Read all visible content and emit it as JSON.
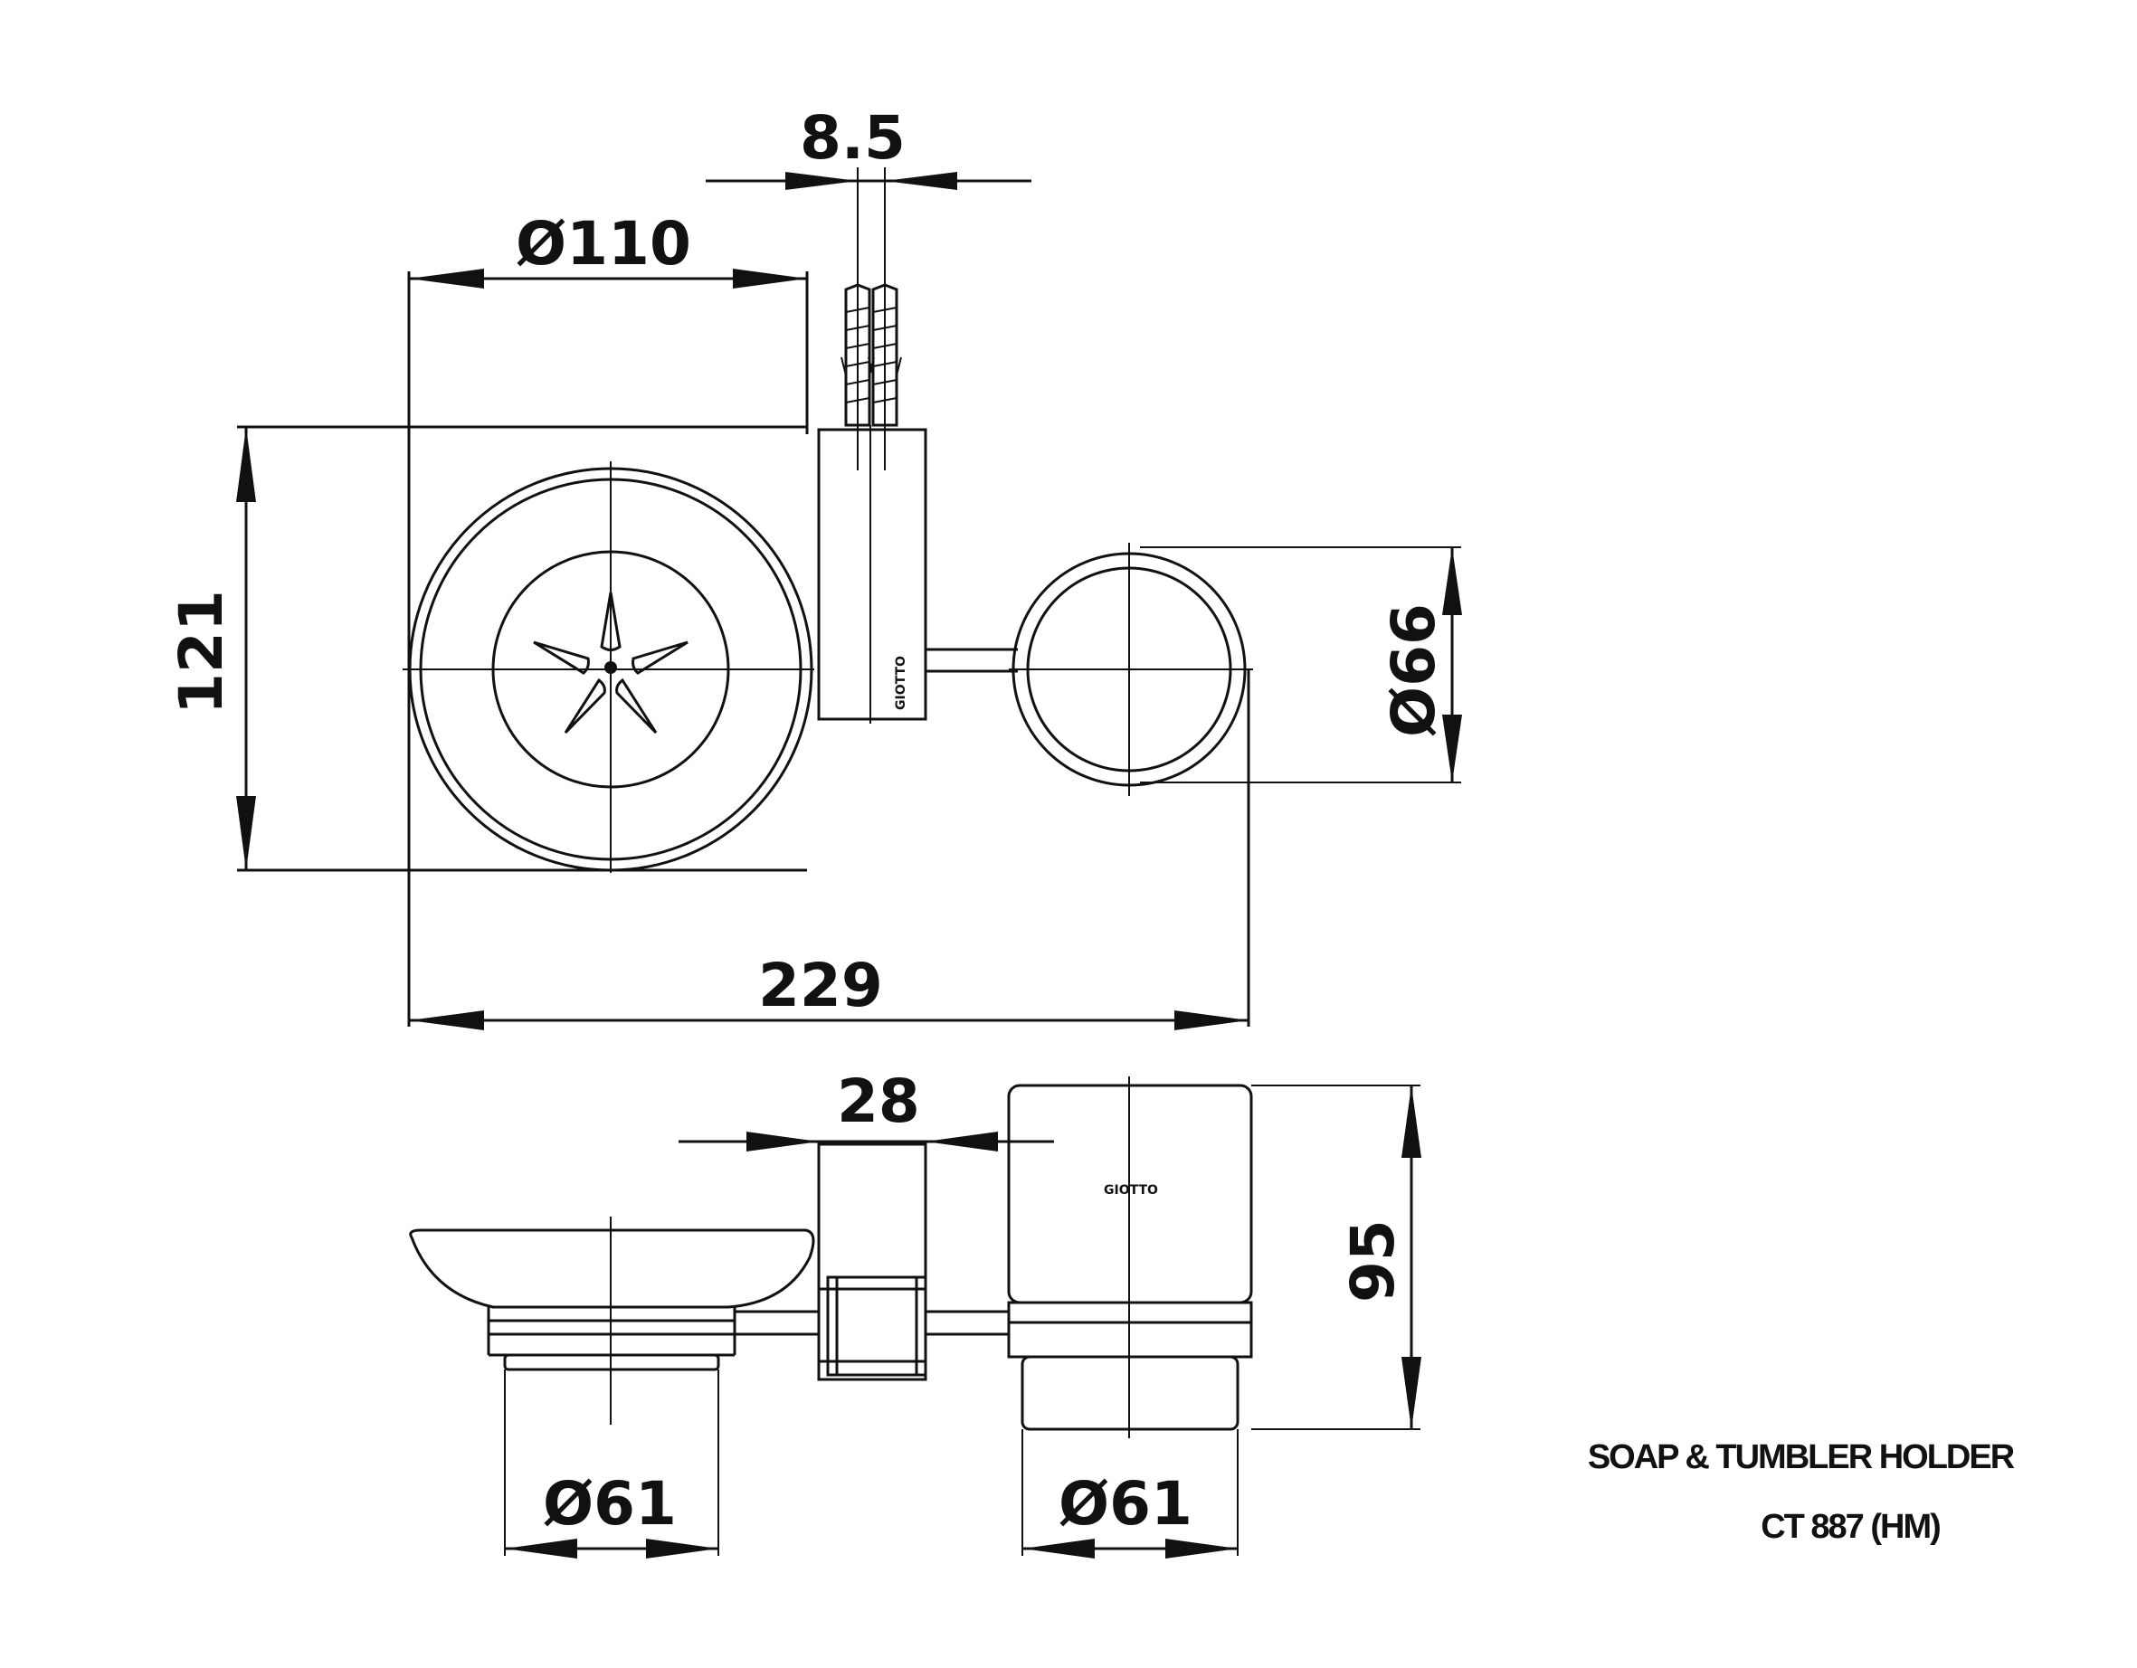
{
  "dimensions": {
    "soap_dish_diameter": "Ø110",
    "screw_spacing": "8.5",
    "overall_height": "121",
    "ring_diameter": "Ø66",
    "overall_width": "229",
    "bracket_width": "28",
    "tumbler_height": "95",
    "soap_base_diameter": "Ø61",
    "tumbler_base_diameter": "Ø61"
  },
  "branding": {
    "logo_front": "GIOTTO",
    "logo_top": "GIOTTO"
  },
  "title_block": {
    "product_name": "SOAP & TUMBLER HOLDER",
    "product_code": "CT 887 (HM)"
  }
}
